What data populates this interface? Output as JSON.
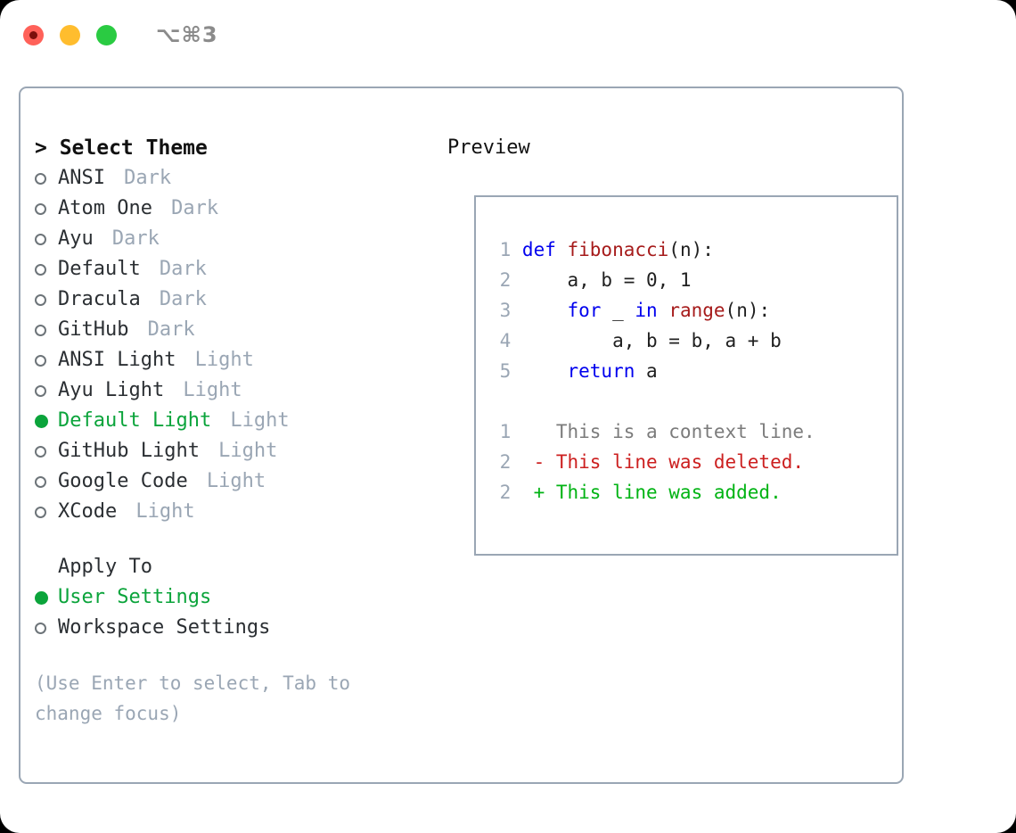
{
  "titlebar": {
    "shortcut": "⌥⌘3",
    "buttons": [
      {
        "name": "close",
        "color": "#ff6159",
        "recording": true
      },
      {
        "name": "minimize",
        "color": "#ffbd2e",
        "recording": false
      },
      {
        "name": "maximize",
        "color": "#2acb42",
        "recording": false
      }
    ]
  },
  "theme_picker": {
    "header": "> Select Theme",
    "items": [
      {
        "marker": "ring",
        "label": "ANSI",
        "tag": "Dark",
        "selected": false
      },
      {
        "marker": "ring",
        "label": "Atom One",
        "tag": "Dark",
        "selected": false
      },
      {
        "marker": "ring",
        "label": "Ayu",
        "tag": "Dark",
        "selected": false
      },
      {
        "marker": "ring",
        "label": "Default",
        "tag": "Dark",
        "selected": false
      },
      {
        "marker": "ring",
        "label": "Dracula",
        "tag": "Dark",
        "selected": false
      },
      {
        "marker": "ring",
        "label": "GitHub",
        "tag": "Dark",
        "selected": false
      },
      {
        "marker": "ring",
        "label": "ANSI Light",
        "tag": "Light",
        "selected": false
      },
      {
        "marker": "ring",
        "label": "Ayu Light",
        "tag": "Light",
        "selected": false
      },
      {
        "marker": "filled",
        "label": "Default Light",
        "tag": "Light",
        "selected": true
      },
      {
        "marker": "ring",
        "label": "GitHub Light",
        "tag": "Light",
        "selected": false
      },
      {
        "marker": "ring",
        "label": "Google Code",
        "tag": "Light",
        "selected": false
      },
      {
        "marker": "ring",
        "label": "XCode",
        "tag": "Light",
        "selected": false
      }
    ]
  },
  "apply_to": {
    "title": "Apply To",
    "items": [
      {
        "marker": "filled",
        "label": "User Settings",
        "selected": true
      },
      {
        "marker": "ring",
        "label": "Workspace Settings",
        "selected": false
      }
    ]
  },
  "hint": "(Use Enter to select, Tab to change focus)",
  "preview": {
    "title": "Preview",
    "code_lines": [
      {
        "num": "1",
        "tokens": [
          {
            "t": "def ",
            "c": "kw"
          },
          {
            "t": "fibonacci",
            "c": "fn"
          },
          {
            "t": "(n):",
            "c": "plain"
          }
        ]
      },
      {
        "num": "2",
        "tokens": [
          {
            "t": "    a, b = 0, 1",
            "c": "plain"
          }
        ]
      },
      {
        "num": "3",
        "tokens": [
          {
            "t": "    ",
            "c": "plain"
          },
          {
            "t": "for",
            "c": "kw"
          },
          {
            "t": " _ ",
            "c": "plain"
          },
          {
            "t": "in",
            "c": "kw"
          },
          {
            "t": " ",
            "c": "plain"
          },
          {
            "t": "range",
            "c": "fn"
          },
          {
            "t": "(n):",
            "c": "plain"
          }
        ]
      },
      {
        "num": "4",
        "tokens": [
          {
            "t": "        a, b = b, a + b",
            "c": "plain"
          }
        ]
      },
      {
        "num": "5",
        "tokens": [
          {
            "t": "    ",
            "c": "plain"
          },
          {
            "t": "return",
            "c": "kw"
          },
          {
            "t": " a",
            "c": "plain"
          }
        ]
      }
    ],
    "diff_lines": [
      {
        "num": "1",
        "tokens": [
          {
            "t": "   This is a context line.",
            "c": "ctx"
          }
        ]
      },
      {
        "num": "2",
        "tokens": [
          {
            "t": " - This line was deleted.",
            "c": "del"
          }
        ]
      },
      {
        "num": "2",
        "tokens": [
          {
            "t": " + This line was added.",
            "c": "add"
          }
        ]
      }
    ]
  },
  "colors": {
    "accent_green": "#0ba43b",
    "border": "#9aa6b4",
    "muted": "#9aa6b4",
    "keyword": "#0000ee",
    "function": "#a61b1b",
    "diff_add": "#00b313",
    "diff_del": "#cc1f1f"
  }
}
